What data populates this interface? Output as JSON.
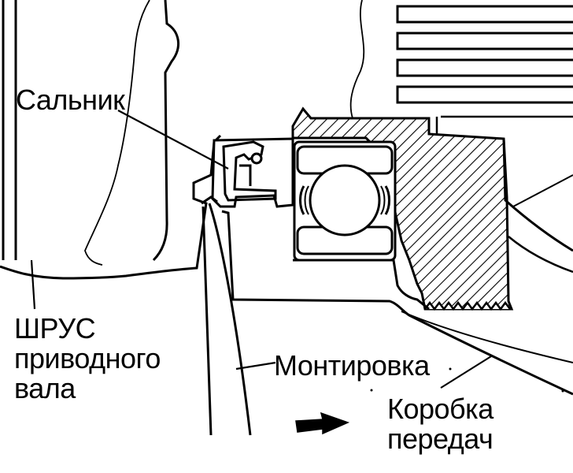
{
  "labels": {
    "seal": "Сальник",
    "cv_joint": [
      "ШРУС",
      "приводного",
      "вала"
    ],
    "tool": "Монтировка",
    "gearbox": [
      "Коробка",
      "передач"
    ]
  },
  "colors": {
    "ink": "#000000",
    "paper": "#ffffff"
  },
  "icons": {
    "direction_arrow": "arrow-right-icon"
  }
}
